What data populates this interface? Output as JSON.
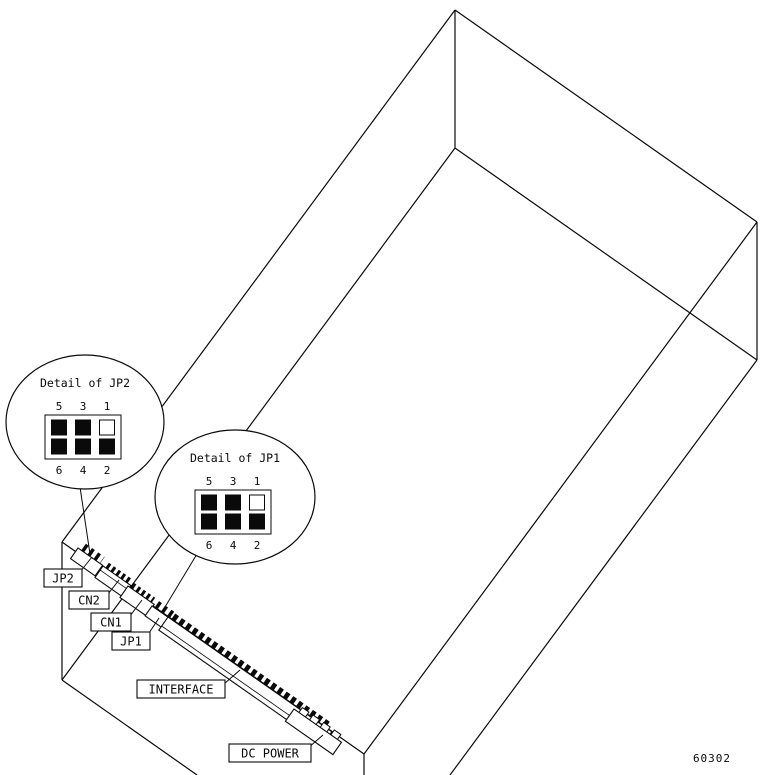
{
  "figure": {
    "number": "60302"
  },
  "callouts": {
    "jp2": "JP2",
    "cn2": "CN2",
    "cn1": "CN1",
    "jp1": "JP1",
    "interface": "INTERFACE",
    "dc_power": "DC POWER"
  },
  "details": {
    "jp2": {
      "title": "Detail of JP2",
      "top_pins": [
        "5",
        "3",
        "1"
      ],
      "bottom_pins": [
        "6",
        "4",
        "2"
      ],
      "cell_fills": [
        "#0a0a0a",
        "#0a0a0a",
        "#ffffff",
        "#0a0a0a",
        "#0a0a0a",
        "#0a0a0a"
      ]
    },
    "jp1": {
      "title": "Detail of JP1",
      "top_pins": [
        "5",
        "3",
        "1"
      ],
      "bottom_pins": [
        "6",
        "4",
        "2"
      ],
      "cell_fills": [
        "#0a0a0a",
        "#0a0a0a",
        "#ffffff",
        "#0a0a0a",
        "#0a0a0a",
        "#0a0a0a"
      ]
    }
  },
  "colors": {
    "line": "#0a0a0a",
    "background": "#ffffff"
  }
}
